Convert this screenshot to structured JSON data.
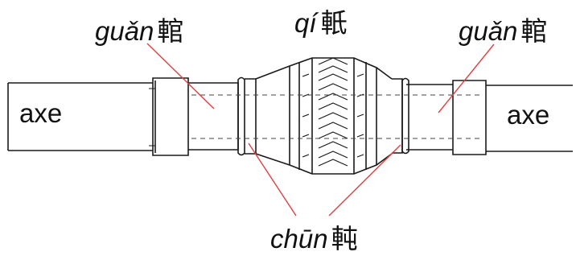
{
  "labels": {
    "guan_left": {
      "pinyin": "guǎn",
      "hanzi": "輨"
    },
    "qi": {
      "pinyin": "qí",
      "hanzi": "軝"
    },
    "guan_right": {
      "pinyin": "guǎn",
      "hanzi": "輨"
    },
    "axe_left": "axe",
    "axe_right": "axe",
    "chun": {
      "pinyin": "chūn",
      "hanzi": "軘"
    }
  },
  "colors": {
    "line": "#1a1a1a",
    "dash": "#444444",
    "leader": "#e04040",
    "text": "#111111"
  }
}
